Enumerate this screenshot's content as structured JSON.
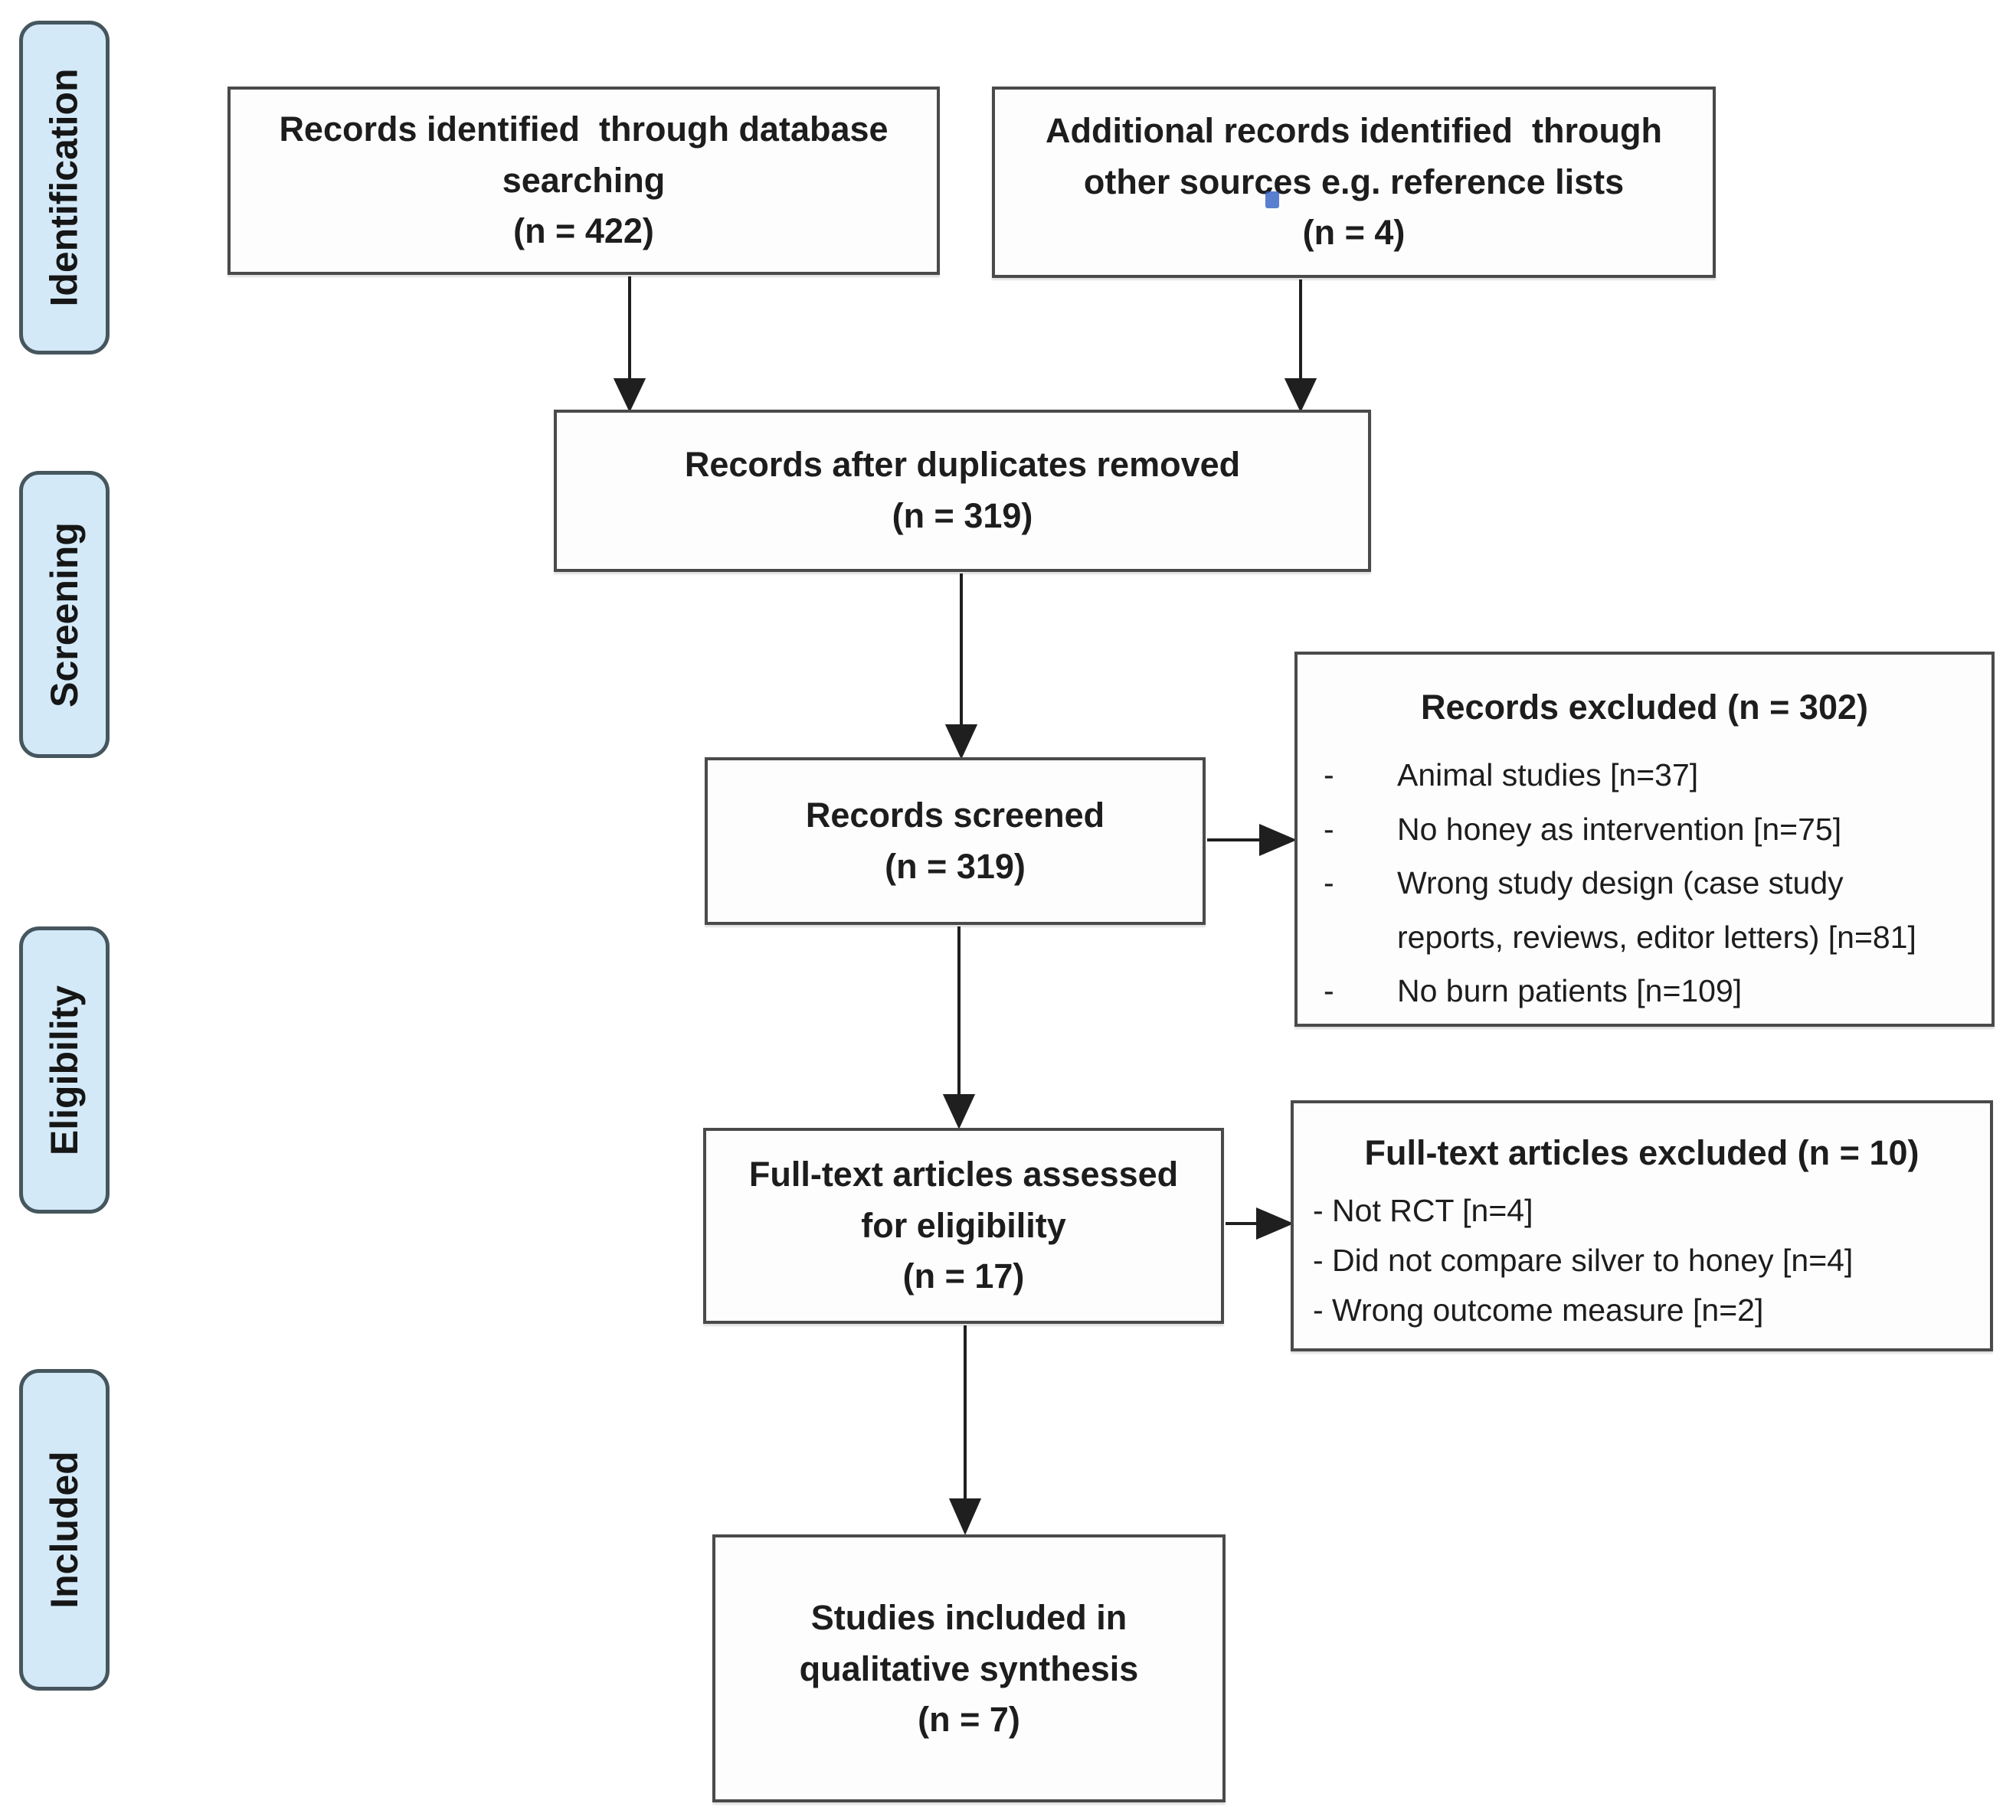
{
  "stages": {
    "identification": "Identification",
    "screening": "Screening",
    "eligibility": "Eligibility",
    "included": "Included"
  },
  "boxes": {
    "records_identified": {
      "label": "Records identified  through database\nsearching",
      "count": "(n = 422)"
    },
    "additional_records": {
      "label": "Additional records identified  through\nother sources e.g. reference lists",
      "count": "(n = 4)"
    },
    "after_duplicates": {
      "label": "Records after duplicates removed",
      "count": "(n = 319)"
    },
    "records_screened": {
      "label": "Records screened",
      "count": "(n = 319)"
    },
    "records_excluded": {
      "title": "Records excluded (n = 302)",
      "bullet": "-",
      "items": [
        "Animal studies [n=37]",
        "No honey as intervention [n=75]",
        "Wrong study design (case study\nreports, reviews, editor letters) [n=81]",
        "No burn patients [n=109]"
      ]
    },
    "fulltext_assessed": {
      "label": "Full-text articles assessed\nfor eligibility",
      "count": "(n = 17)"
    },
    "fulltext_excluded": {
      "title": "Full-text articles excluded (n = 10)",
      "items": [
        "- Not RCT [n=4]",
        "- Did not compare silver to honey [n=4]",
        "- Wrong outcome measure [n=2]"
      ]
    },
    "studies_included": {
      "label": "Studies included in\nqualitative synthesis",
      "count": "(n = 7)"
    }
  },
  "colors": {
    "stage_fill": "#d3e9f8",
    "stage_border": "#46565e",
    "box_border": "#4a4a4a",
    "arrow": "#1f1f1f",
    "text": "#1d1d1d",
    "artifact_blue": "#2f5fc4"
  }
}
